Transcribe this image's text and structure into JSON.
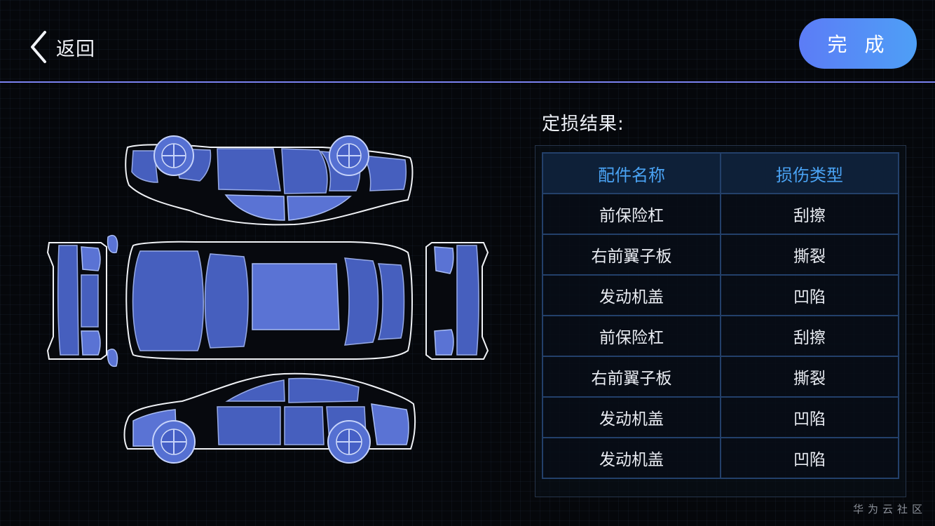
{
  "header": {
    "back_label": "返回",
    "done_label": "完 成"
  },
  "result": {
    "title": "定损结果:",
    "columns": [
      "配件名称",
      "损伤类型"
    ],
    "rows": [
      [
        "前保险杠",
        "刮擦"
      ],
      [
        "右前翼子板",
        "撕裂"
      ],
      [
        "发动机盖",
        "凹陷"
      ],
      [
        "前保险杠",
        "刮擦"
      ],
      [
        "右前翼子板",
        "撕裂"
      ],
      [
        "发动机盖",
        "凹陷"
      ],
      [
        "发动机盖",
        "凹陷"
      ]
    ]
  },
  "colors": {
    "accent": "#7b82f0",
    "button_gradient_start": "#5c7cf6",
    "button_gradient_end": "#4e9ff6",
    "table_header_text": "#4aa3f4",
    "panel_fill": "#4a64c8"
  },
  "icons": {
    "back": "chevron-left-icon"
  },
  "watermark": "华为云社区"
}
